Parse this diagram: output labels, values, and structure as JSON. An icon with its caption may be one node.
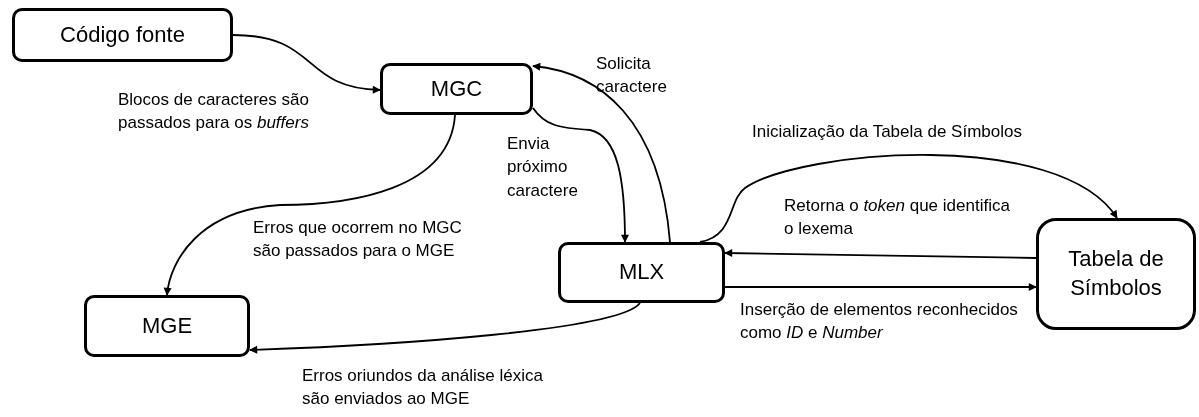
{
  "diagram": {
    "nodes": [
      {
        "text": [
          "Código fonte"
        ]
      },
      {
        "text": [
          "MGC"
        ]
      },
      {
        "text": [
          "MLX"
        ]
      },
      {
        "text": [
          "MGE"
        ]
      },
      {
        "text": [
          "Tabela de Símbolos"
        ]
      }
    ],
    "edges": [
      {
        "from": 0,
        "to": 1,
        "arrow": "to",
        "label": "Blocos de caracteres são passados para os *buffers*"
      },
      {
        "from": 2,
        "to": 1,
        "arrow": "to",
        "label": "Solicita caractere"
      },
      {
        "from": 1,
        "to": 2,
        "arrow": "to",
        "label": "Envia próximo caractere"
      },
      {
        "from": 1,
        "to": 3,
        "arrow": "to",
        "label": "Erros que ocorrem no MGC são passados para o MGE"
      },
      {
        "from": 2,
        "to": 4,
        "arrow": "to",
        "label": "Inicialização da Tabela de Símbolos"
      },
      {
        "from": 4,
        "to": 2,
        "arrow": "to",
        "label": "Retorna o *token* que identifica o lexema"
      },
      {
        "from": 2,
        "to": 4,
        "arrow": "to",
        "label": "Inserção de elementos reconhecidos como *ID* e *Number*"
      },
      {
        "from": 2,
        "to": 3,
        "arrow": "to",
        "label": "Erros oriundos da análise léxica são enviados ao MGE"
      }
    ]
  }
}
